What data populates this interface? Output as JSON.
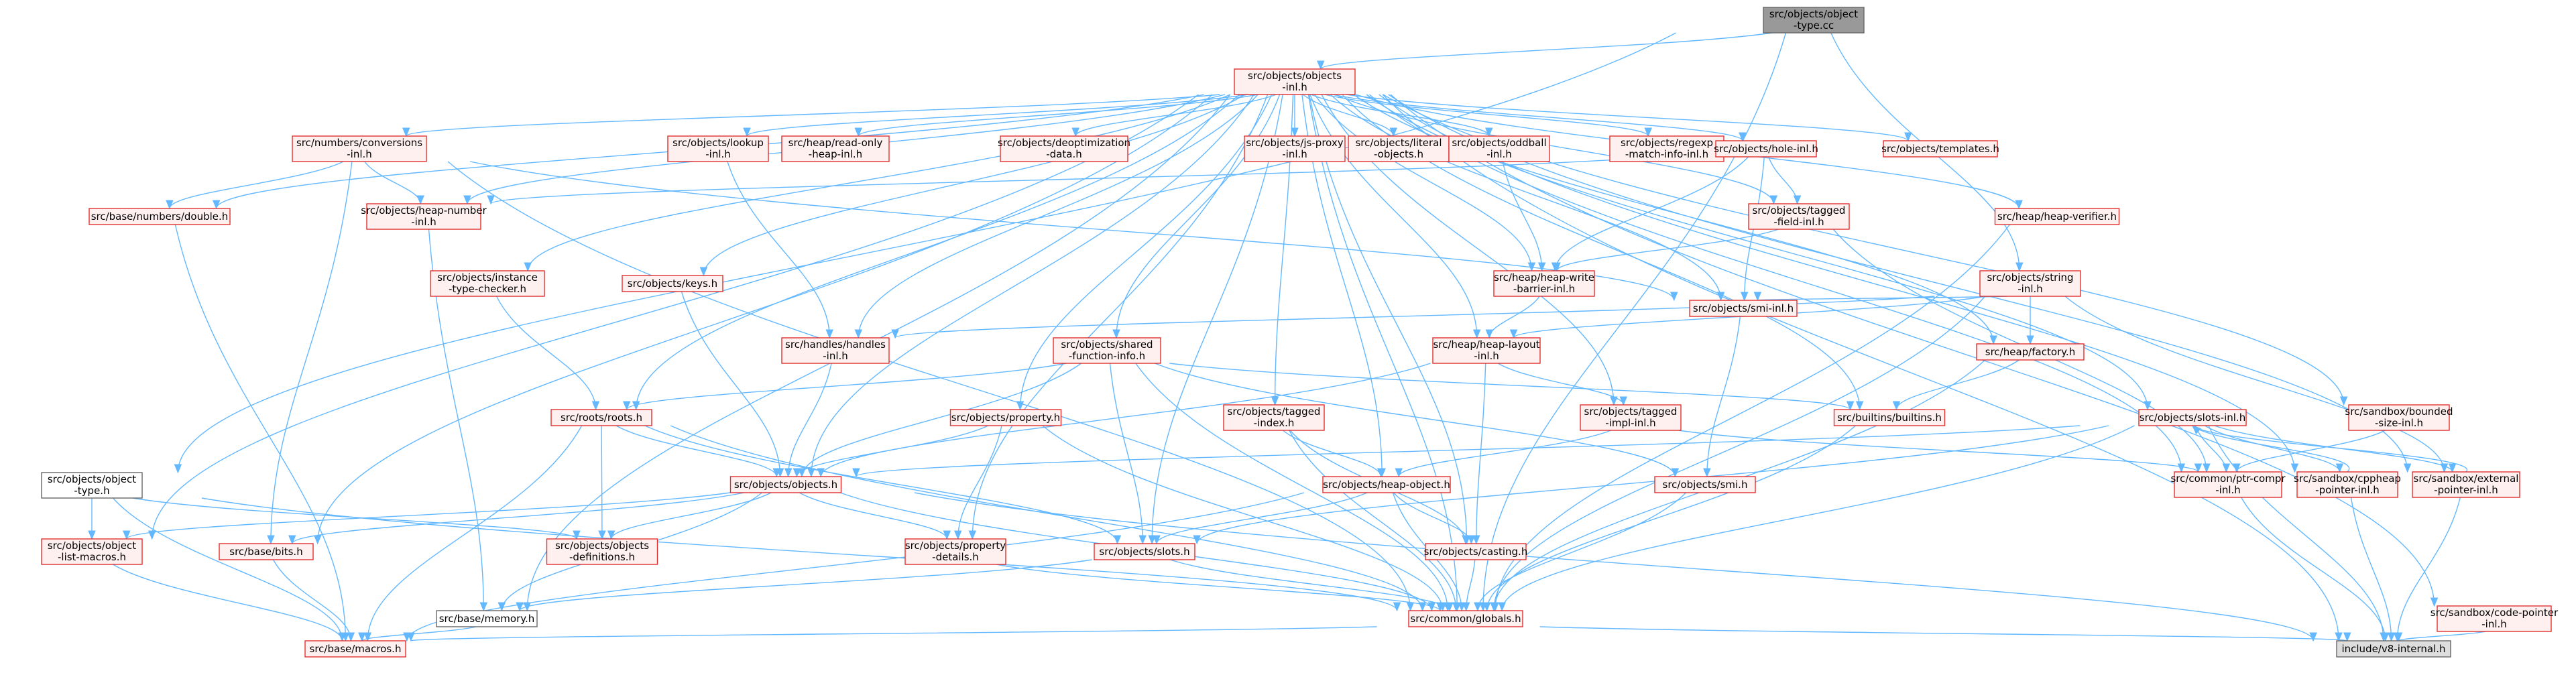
{
  "nodes": [
    {
      "id": "object_type_cc",
      "lines": [
        "src/objects/object",
        "-type.cc"
      ],
      "style": "root"
    },
    {
      "id": "objects_inl",
      "lines": [
        "src/objects/objects",
        "-inl.h"
      ],
      "style": "red"
    },
    {
      "id": "object_type_h",
      "lines": [
        "src/objects/object",
        "-type.h"
      ],
      "style": "black"
    },
    {
      "id": "string_inl",
      "lines": [
        "src/objects/string",
        "-inl.h"
      ],
      "style": "red"
    },
    {
      "id": "numbers_conv",
      "lines": [
        "src/numbers/conversions",
        "-inl.h"
      ],
      "style": "red"
    },
    {
      "id": "lookup_inl",
      "lines": [
        "src/objects/lookup",
        "-inl.h"
      ],
      "style": "red"
    },
    {
      "id": "read_only_heap",
      "lines": [
        "src/heap/read-only",
        "-heap-inl.h"
      ],
      "style": "red"
    },
    {
      "id": "deopt_data",
      "lines": [
        "src/objects/deoptimization",
        "-data.h"
      ],
      "style": "red"
    },
    {
      "id": "js_proxy_inl",
      "lines": [
        "src/objects/js-proxy",
        "-inl.h"
      ],
      "style": "red"
    },
    {
      "id": "literal_objects",
      "lines": [
        "src/objects/literal",
        "-objects.h"
      ],
      "style": "red"
    },
    {
      "id": "oddball_inl",
      "lines": [
        "src/objects/oddball",
        "-inl.h"
      ],
      "style": "red"
    },
    {
      "id": "regexp_match",
      "lines": [
        "src/objects/regexp",
        "-match-info-inl.h"
      ],
      "style": "red"
    },
    {
      "id": "hole_inl",
      "lines": [
        "src/objects/hole-inl.h"
      ],
      "style": "red"
    },
    {
      "id": "templates_h",
      "lines": [
        "src/objects/templates.h"
      ],
      "style": "red"
    },
    {
      "id": "double_h",
      "lines": [
        "src/base/numbers/double.h"
      ],
      "style": "red"
    },
    {
      "id": "heap_number_inl",
      "lines": [
        "src/objects/heap-number",
        "-inl.h"
      ],
      "style": "red"
    },
    {
      "id": "tagged_field_inl",
      "lines": [
        "src/objects/tagged",
        "-field-inl.h"
      ],
      "style": "red"
    },
    {
      "id": "heap_verifier",
      "lines": [
        "src/heap/heap-verifier.h"
      ],
      "style": "red"
    },
    {
      "id": "instance_type_checker",
      "lines": [
        "src/objects/instance",
        "-type-checker.h"
      ],
      "style": "red"
    },
    {
      "id": "keys_h",
      "lines": [
        "src/objects/keys.h"
      ],
      "style": "red"
    },
    {
      "id": "heap_write_barrier",
      "lines": [
        "src/heap/heap-write",
        "-barrier-inl.h"
      ],
      "style": "red"
    },
    {
      "id": "handles_inl",
      "lines": [
        "src/handles/handles",
        "-inl.h"
      ],
      "style": "red"
    },
    {
      "id": "shared_function_info",
      "lines": [
        "src/objects/shared",
        "-function-info.h"
      ],
      "style": "red"
    },
    {
      "id": "heap_layout_inl",
      "lines": [
        "src/heap/heap-layout",
        "-inl.h"
      ],
      "style": "red"
    },
    {
      "id": "smi_inl",
      "lines": [
        "src/objects/smi-inl.h"
      ],
      "style": "red"
    },
    {
      "id": "heap_factory",
      "lines": [
        "src/heap/factory.h"
      ],
      "style": "red"
    },
    {
      "id": "roots_h",
      "lines": [
        "src/roots/roots.h"
      ],
      "style": "red"
    },
    {
      "id": "property_h",
      "lines": [
        "src/objects/property.h"
      ],
      "style": "red"
    },
    {
      "id": "tagged_index",
      "lines": [
        "src/objects/tagged",
        "-index.h"
      ],
      "style": "red"
    },
    {
      "id": "tagged_impl_inl",
      "lines": [
        "src/objects/tagged",
        "-impl-inl.h"
      ],
      "style": "red"
    },
    {
      "id": "builtins_h",
      "lines": [
        "src/builtins/builtins.h"
      ],
      "style": "red"
    },
    {
      "id": "slots_inl",
      "lines": [
        "src/objects/slots-inl.h"
      ],
      "style": "red"
    },
    {
      "id": "sandbox_bounded",
      "lines": [
        "src/sandbox/bounded",
        "-size-inl.h"
      ],
      "style": "red"
    },
    {
      "id": "objects_h",
      "lines": [
        "src/objects/objects.h"
      ],
      "style": "red"
    },
    {
      "id": "heap_object_h",
      "lines": [
        "src/objects/heap-object.h"
      ],
      "style": "red"
    },
    {
      "id": "smi_h",
      "lines": [
        "src/objects/smi.h"
      ],
      "style": "red"
    },
    {
      "id": "ptr_compr_inl",
      "lines": [
        "src/common/ptr-compr",
        "-inl.h"
      ],
      "style": "red"
    },
    {
      "id": "cppheap_pointer",
      "lines": [
        "src/sandbox/cppheap",
        "-pointer-inl.h"
      ],
      "style": "red"
    },
    {
      "id": "external_pointer",
      "lines": [
        "src/sandbox/external",
        "-pointer-inl.h"
      ],
      "style": "red"
    },
    {
      "id": "object_list_macros",
      "lines": [
        "src/objects/object",
        "-list-macros.h"
      ],
      "style": "red"
    },
    {
      "id": "bits_h",
      "lines": [
        "src/base/bits.h"
      ],
      "style": "red"
    },
    {
      "id": "objects_definitions",
      "lines": [
        "src/objects/objects",
        "-definitions.h"
      ],
      "style": "red"
    },
    {
      "id": "property_details",
      "lines": [
        "src/objects/property",
        "-details.h"
      ],
      "style": "red"
    },
    {
      "id": "slots_h",
      "lines": [
        "src/objects/slots.h"
      ],
      "style": "red"
    },
    {
      "id": "casting_h",
      "lines": [
        "src/objects/casting.h"
      ],
      "style": "red"
    },
    {
      "id": "memory_h",
      "lines": [
        "src/base/memory.h"
      ],
      "style": "black"
    },
    {
      "id": "globals_h",
      "lines": [
        "src/common/globals.h"
      ],
      "style": "red"
    },
    {
      "id": "code_pointer_inl",
      "lines": [
        "src/sandbox/code-pointer",
        "-inl.h"
      ],
      "style": "red"
    },
    {
      "id": "macros_h",
      "lines": [
        "src/base/macros.h"
      ],
      "style": "red"
    },
    {
      "id": "v8_internal",
      "lines": [
        "include/v8-internal.h"
      ],
      "style": "gray"
    }
  ],
  "edges": [
    [
      "object_type_cc",
      "objects_inl"
    ],
    [
      "object_type_cc",
      "object_type_h"
    ],
    [
      "object_type_cc",
      "string_inl"
    ],
    [
      "object_type_cc",
      "globals_h"
    ],
    [
      "objects_inl",
      "numbers_conv"
    ],
    [
      "objects_inl",
      "lookup_inl"
    ],
    [
      "objects_inl",
      "read_only_heap"
    ],
    [
      "objects_inl",
      "deopt_data"
    ],
    [
      "objects_inl",
      "js_proxy_inl"
    ],
    [
      "objects_inl",
      "literal_objects"
    ],
    [
      "objects_inl",
      "oddball_inl"
    ],
    [
      "objects_inl",
      "regexp_match"
    ],
    [
      "objects_inl",
      "hole_inl"
    ],
    [
      "objects_inl",
      "templates_h"
    ],
    [
      "objects_inl",
      "double_h"
    ],
    [
      "objects_inl",
      "heap_number_inl"
    ],
    [
      "objects_inl",
      "tagged_field_inl"
    ],
    [
      "objects_inl",
      "heap_verifier"
    ],
    [
      "objects_inl",
      "instance_type_checker"
    ],
    [
      "objects_inl",
      "keys_h"
    ],
    [
      "objects_inl",
      "heap_write_barrier"
    ],
    [
      "objects_inl",
      "handles_inl"
    ],
    [
      "objects_inl",
      "shared_function_info"
    ],
    [
      "objects_inl",
      "heap_layout_inl"
    ],
    [
      "objects_inl",
      "smi_inl"
    ],
    [
      "objects_inl",
      "heap_factory"
    ],
    [
      "objects_inl",
      "roots_h"
    ],
    [
      "objects_inl",
      "property_h"
    ],
    [
      "objects_inl",
      "tagged_index"
    ],
    [
      "objects_inl",
      "tagged_impl_inl"
    ],
    [
      "objects_inl",
      "builtins_h"
    ],
    [
      "objects_inl",
      "slots_inl"
    ],
    [
      "objects_inl",
      "sandbox_bounded"
    ],
    [
      "objects_inl",
      "objects_h"
    ],
    [
      "objects_inl",
      "heap_object_h"
    ],
    [
      "objects_inl",
      "ptr_compr_inl"
    ],
    [
      "objects_inl",
      "cppheap_pointer"
    ],
    [
      "objects_inl",
      "external_pointer"
    ],
    [
      "objects_inl",
      "object_list_macros"
    ],
    [
      "objects_inl",
      "bits_h"
    ],
    [
      "objects_inl",
      "property_details"
    ],
    [
      "objects_inl",
      "slots_h"
    ],
    [
      "objects_inl",
      "casting_h"
    ],
    [
      "objects_inl",
      "memory_h"
    ],
    [
      "objects_inl",
      "globals_h"
    ],
    [
      "objects_inl",
      "code_pointer_inl"
    ],
    [
      "objects_inl",
      "v8_internal"
    ],
    [
      "numbers_conv",
      "double_h"
    ],
    [
      "numbers_conv",
      "heap_number_inl"
    ],
    [
      "numbers_conv",
      "bits_h"
    ],
    [
      "numbers_conv",
      "globals_h"
    ],
    [
      "numbers_conv",
      "smi_inl"
    ],
    [
      "lookup_inl",
      "handles_inl"
    ],
    [
      "oddball_inl",
      "heap_write_barrier"
    ],
    [
      "hole_inl",
      "heap_number_inl"
    ],
    [
      "hole_inl",
      "tagged_field_inl"
    ],
    [
      "hole_inl",
      "heap_write_barrier"
    ],
    [
      "hole_inl",
      "smi_inl"
    ],
    [
      "tagged_field_inl",
      "heap_write_barrier"
    ],
    [
      "tagged_field_inl",
      "ptr_compr_inl"
    ],
    [
      "heap_verifier",
      "globals_h"
    ],
    [
      "double_h",
      "macros_h"
    ],
    [
      "heap_number_inl",
      "memory_h"
    ],
    [
      "instance_type_checker",
      "roots_h"
    ],
    [
      "keys_h",
      "objects_h"
    ],
    [
      "heap_write_barrier",
      "heap_layout_inl"
    ],
    [
      "handles_inl",
      "objects_h"
    ],
    [
      "shared_function_info",
      "roots_h"
    ],
    [
      "shared_function_info",
      "builtins_h"
    ],
    [
      "shared_function_info",
      "objects_h"
    ],
    [
      "shared_function_info",
      "slots_h"
    ],
    [
      "shared_function_info",
      "smi_h"
    ],
    [
      "shared_function_info",
      "globals_h"
    ],
    [
      "heap_layout_inl",
      "objects_h"
    ],
    [
      "heap_layout_inl",
      "tagged_impl_inl"
    ],
    [
      "heap_layout_inl",
      "casting_h"
    ],
    [
      "smi_inl",
      "smi_h"
    ],
    [
      "heap_factory",
      "builtins_h"
    ],
    [
      "heap_factory",
      "globals_h"
    ],
    [
      "roots_h",
      "objects_h"
    ],
    [
      "roots_h",
      "objects_definitions"
    ],
    [
      "roots_h",
      "slots_h"
    ],
    [
      "roots_h",
      "globals_h"
    ],
    [
      "roots_h",
      "macros_h"
    ],
    [
      "property_h",
      "objects_h"
    ],
    [
      "property_h",
      "property_details"
    ],
    [
      "property_h",
      "globals_h"
    ],
    [
      "tagged_index",
      "heap_object_h"
    ],
    [
      "tagged_index",
      "casting_h"
    ],
    [
      "tagged_index",
      "globals_h"
    ],
    [
      "tagged_impl_inl",
      "heap_object_h"
    ],
    [
      "tagged_impl_inl",
      "ptr_compr_inl"
    ],
    [
      "builtins_h",
      "globals_h"
    ],
    [
      "slots_inl",
      "objects_h"
    ],
    [
      "slots_inl",
      "slots_h"
    ],
    [
      "slots_inl",
      "ptr_compr_inl"
    ],
    [
      "slots_inl",
      "cppheap_pointer"
    ],
    [
      "slots_inl",
      "external_pointer"
    ],
    [
      "slots_inl",
      "globals_h"
    ],
    [
      "slots_inl",
      "v8_internal"
    ],
    [
      "sandbox_bounded",
      "ptr_compr_inl"
    ],
    [
      "objects_h",
      "object_list_macros"
    ],
    [
      "objects_h",
      "bits_h"
    ],
    [
      "objects_h",
      "objects_definitions"
    ],
    [
      "objects_h",
      "property_details"
    ],
    [
      "objects_h",
      "memory_h"
    ],
    [
      "objects_h",
      "globals_h"
    ],
    [
      "objects_h",
      "v8_internal"
    ],
    [
      "heap_object_h",
      "slots_h"
    ],
    [
      "heap_object_h",
      "casting_h"
    ],
    [
      "heap_object_h",
      "globals_h"
    ],
    [
      "heap_object_h",
      "macros_h"
    ],
    [
      "smi_h",
      "globals_h"
    ],
    [
      "ptr_compr_inl",
      "v8_internal"
    ],
    [
      "cppheap_pointer",
      "slots_inl"
    ],
    [
      "cppheap_pointer",
      "v8_internal"
    ],
    [
      "external_pointer",
      "slots_inl"
    ],
    [
      "external_pointer",
      "v8_internal"
    ],
    [
      "object_type_h",
      "object_list_macros"
    ],
    [
      "object_type_h",
      "objects_definitions"
    ],
    [
      "object_type_h",
      "globals_h"
    ],
    [
      "object_type_h",
      "macros_h"
    ],
    [
      "string_inl",
      "handles_inl"
    ],
    [
      "string_inl",
      "heap_layout_inl"
    ],
    [
      "string_inl",
      "smi_inl"
    ],
    [
      "string_inl",
      "heap_factory"
    ],
    [
      "string_inl",
      "external_pointer"
    ],
    [
      "string_inl",
      "globals_h"
    ],
    [
      "object_list_macros",
      "macros_h"
    ],
    [
      "bits_h",
      "macros_h"
    ],
    [
      "property_details",
      "globals_h"
    ],
    [
      "slots_h",
      "memory_h"
    ],
    [
      "slots_h",
      "globals_h"
    ],
    [
      "casting_h",
      "globals_h"
    ],
    [
      "memory_h",
      "macros_h"
    ],
    [
      "globals_h",
      "macros_h"
    ],
    [
      "globals_h",
      "v8_internal"
    ],
    [
      "code_pointer_inl",
      "v8_internal"
    ]
  ]
}
